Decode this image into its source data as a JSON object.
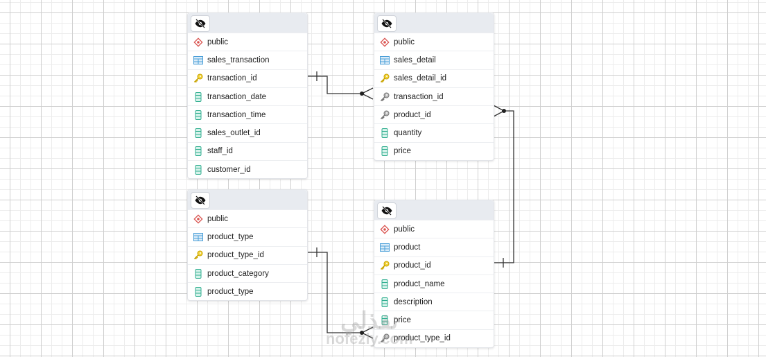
{
  "tables": [
    {
      "schema": "public",
      "name": "sales_transaction",
      "columns": [
        {
          "name": "transaction_id",
          "kind": "pk"
        },
        {
          "name": "transaction_date",
          "kind": "col"
        },
        {
          "name": "transaction_time",
          "kind": "col"
        },
        {
          "name": "sales_outlet_id",
          "kind": "col"
        },
        {
          "name": "staff_id",
          "kind": "col"
        },
        {
          "name": "customer_id",
          "kind": "col"
        }
      ]
    },
    {
      "schema": "public",
      "name": "sales_detail",
      "columns": [
        {
          "name": "sales_detail_id",
          "kind": "pk"
        },
        {
          "name": "transaction_id",
          "kind": "fk"
        },
        {
          "name": "product_id",
          "kind": "fk"
        },
        {
          "name": "quantity",
          "kind": "col"
        },
        {
          "name": "price",
          "kind": "col"
        }
      ]
    },
    {
      "schema": "public",
      "name": "product_type",
      "columns": [
        {
          "name": "product_type_id",
          "kind": "pk"
        },
        {
          "name": "product_category",
          "kind": "col"
        },
        {
          "name": "product_type",
          "kind": "col"
        }
      ]
    },
    {
      "schema": "public",
      "name": "product",
      "columns": [
        {
          "name": "product_id",
          "kind": "pk"
        },
        {
          "name": "product_name",
          "kind": "col"
        },
        {
          "name": "description",
          "kind": "col"
        },
        {
          "name": "price",
          "kind": "col"
        },
        {
          "name": "product_type_id",
          "kind": "fk"
        }
      ]
    }
  ],
  "relationships": [
    {
      "from": "sales_transaction.transaction_id",
      "to": "sales_detail.transaction_id",
      "type": "one-to-many"
    },
    {
      "from": "product.product_id",
      "to": "sales_detail.product_id",
      "type": "one-to-many"
    },
    {
      "from": "product_type.product_type_id",
      "to": "product.product_type_id",
      "type": "one-to-many"
    }
  ],
  "watermark": {
    "arabic": "نفذلي",
    "latin": "nofezly.com"
  },
  "colors": {
    "pk": "#e8c200",
    "fk": "#8a8a8a",
    "col": "#2fae8f",
    "table": "#4a9fd8",
    "schema": "#d9534f"
  }
}
